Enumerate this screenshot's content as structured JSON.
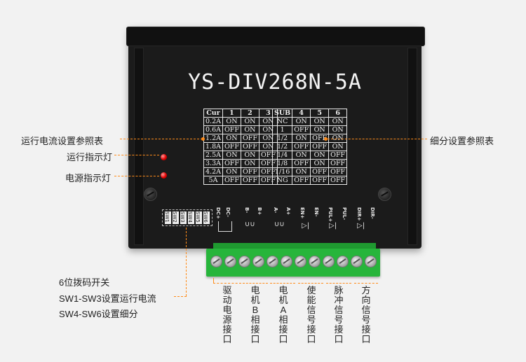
{
  "model": "YS-DIV268N-5A",
  "current_table": {
    "headers": [
      "Cur",
      "1",
      "2",
      "3"
    ],
    "rows": [
      [
        "0.2A",
        "ON",
        "ON",
        "ON"
      ],
      [
        "0.6A",
        "OFF",
        "ON",
        "ON"
      ],
      [
        "1.2A",
        "ON",
        "OFF",
        "ON"
      ],
      [
        "1.8A",
        "OFF",
        "OFF",
        "ON"
      ],
      [
        "2.5A",
        "ON",
        "ON",
        "OFF"
      ],
      [
        "3.3A",
        "OFF",
        "ON",
        "OFF"
      ],
      [
        "4.2A",
        "ON",
        "OFF",
        "OFF"
      ],
      [
        "5A",
        "OFF",
        "OFF",
        "OFF"
      ]
    ]
  },
  "subdivision_table": {
    "headers": [
      "SUB",
      "4",
      "5",
      "6"
    ],
    "rows": [
      [
        "NC",
        "ON",
        "ON",
        "ON"
      ],
      [
        "1",
        "OFF",
        "ON",
        "ON"
      ],
      [
        "1/2",
        "ON",
        "OFF",
        "ON"
      ],
      [
        "1/2",
        "OFF",
        "OFF",
        "ON"
      ],
      [
        "1/4",
        "ON",
        "ON",
        "OFF"
      ],
      [
        "1/8",
        "OFF",
        "ON",
        "OFF"
      ],
      [
        "1/16",
        "ON",
        "OFF",
        "OFF"
      ],
      [
        "NG",
        "OFF",
        "OFF",
        "OFF"
      ]
    ]
  },
  "dip_labels": [
    "SW1",
    "SW2",
    "SW3",
    "SW4",
    "SW5",
    "SW6"
  ],
  "terminal_labels": [
    "DC+",
    "DC-",
    "B-",
    "B+",
    "A-",
    "A+",
    "EN+",
    "EN-",
    "PUL+",
    "PUL-",
    "DIR+",
    "DIR-"
  ],
  "callouts": {
    "current_table": "运行电流设置参照表",
    "run_led": "运行指示灯",
    "power_led": "电源指示灯",
    "subdivision_table": "细分设置参照表",
    "dip_1": "6位拨码开关",
    "dip_2": "SW1-SW3设置运行电流",
    "dip_3": "SW4-SW6设置细分"
  },
  "port_labels": [
    "驱动电源接口",
    "电机B相接口",
    "电机A相接口",
    "使能信号接口",
    "脉冲信号接口",
    "方向信号接口"
  ],
  "colors": {
    "callout_line": "#ff8c1a",
    "terminal_block": "#27b53b",
    "led": "#e00000",
    "device_body": "#1b1b1b"
  }
}
